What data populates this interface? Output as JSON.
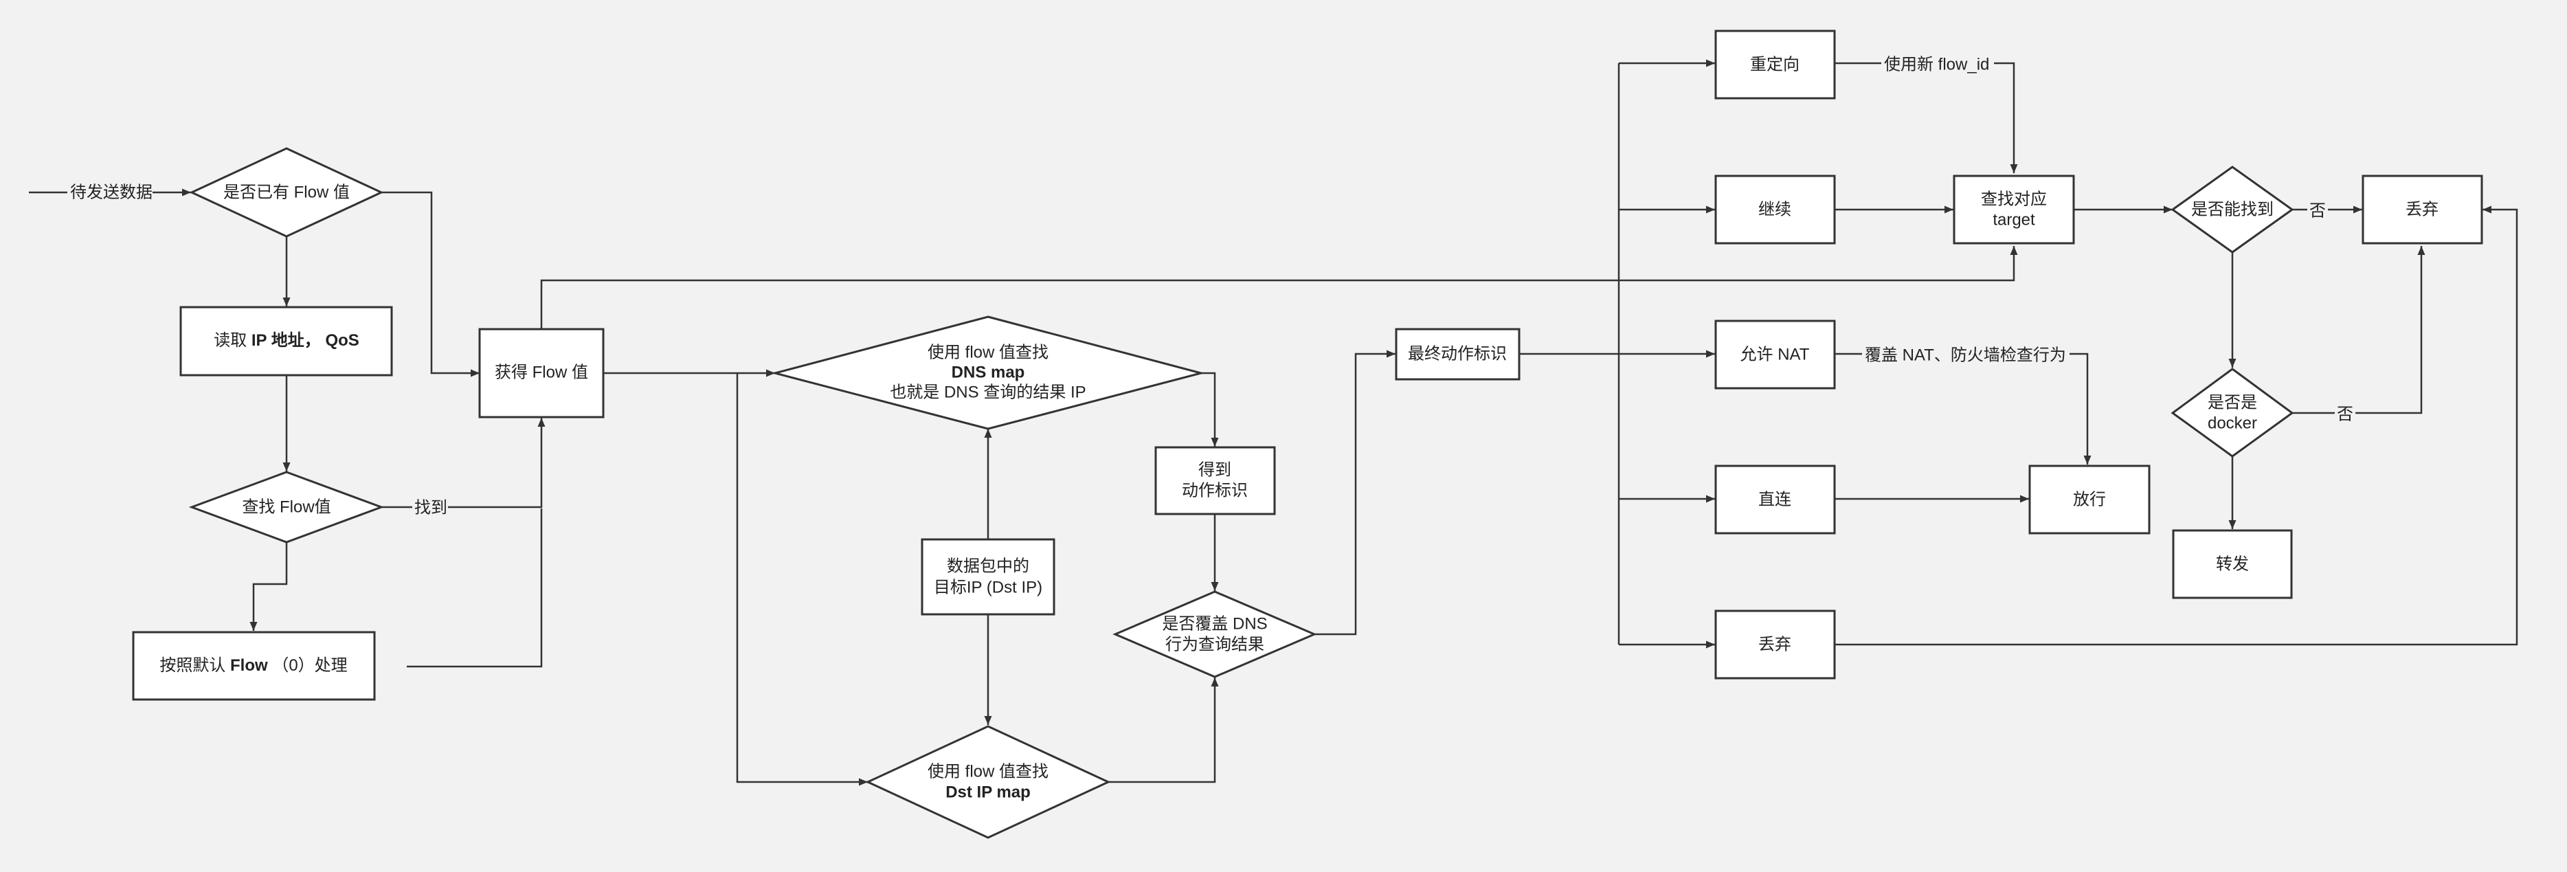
{
  "nodes": {
    "start_label": "待发送数据",
    "has_flow": "是否已有 Flow 值",
    "read_ip_a": "读取 ",
    "read_ip_b": "IP 地址，  QoS",
    "find_flow": "查找 Flow值",
    "default_flow_a": "按照默认 ",
    "default_flow_b": "Flow",
    "default_flow_c": " （0）处理",
    "get_flow": "获得 Flow 值",
    "dns_lookup_1": "使用 flow 值查找",
    "dns_lookup_2": "DNS map",
    "dns_lookup_3": "也就是 DNS 查询的结果 IP",
    "dst_ip_1": "数据包中的",
    "dst_ip_2": "目标IP (Dst IP)",
    "dstip_lookup_1": "使用 flow 值查找",
    "dstip_lookup_2": "Dst IP map",
    "get_action_1": "得到",
    "get_action_2": "动作标识",
    "override_1": "是否覆盖 DNS",
    "override_2": "行为查询结果",
    "final_action": "最终动作标识",
    "redirect": "重定向",
    "continue": "继续",
    "allow_nat": "允许 NAT",
    "direct": "直连",
    "drop_left": "丢弃",
    "find_target_1": "查找对应",
    "find_target_2": "target",
    "can_find": "是否能找到",
    "drop_right": "丢弃",
    "is_docker_1": "是否是",
    "is_docker_2": "docker",
    "forward": "转发",
    "pass": "放行"
  },
  "edge_labels": {
    "found": "找到",
    "use_new_flow_id": "使用新 flow_id",
    "override_nat": "覆盖 NAT、防火墙检查行为",
    "no_1": "否",
    "no_2": "否"
  }
}
